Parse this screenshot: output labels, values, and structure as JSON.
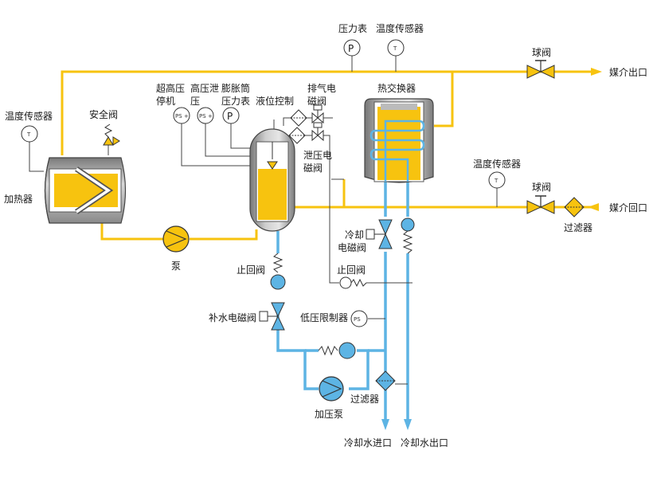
{
  "labels": {
    "heater": "加热器",
    "safety_valve": "安全阀",
    "temp_sensor_heater": "温度传感器",
    "pump": "泵",
    "high_pressure_stop_1": "超高压",
    "high_pressure_stop_2": "停机",
    "high_pressure_relief_1": "高压泄",
    "high_pressure_relief_2": "压",
    "expansion_gauge_1": "膨胀筒",
    "expansion_gauge_2": "压力表",
    "level_control": "液位控制",
    "vent_valve_1": "排气电",
    "vent_valve_2": "磁阀",
    "relief_valve_1": "泄压电",
    "relief_valve_2": "磁阀",
    "pressure_gauge_top": "压力表",
    "temp_sensor_top": "温度传感器",
    "heat_exchanger": "热交换器",
    "ball_valve_out": "球阀",
    "medium_outlet": "媒介出口",
    "temp_sensor_return": "温度传感器",
    "ball_valve_in": "球阀",
    "medium_return": "媒介回口",
    "filter_right": "过滤器",
    "cooling_valve_1": "冷却",
    "cooling_valve_2": "电磁阀",
    "check_valve_mid": "止回阀",
    "check_valve_left": "止回阀",
    "makeup_valve": "补水电磁阀",
    "low_pressure_limiter": "低压限制器",
    "filter_bottom": "过滤器",
    "booster_pump": "加压泵",
    "cooling_inlet": "冷却水进口",
    "cooling_outlet": "冷却水出口"
  },
  "icon_text": {
    "ps": "PS",
    "plus": "+",
    "p": "P",
    "t": "T",
    "ps_minus": "PS"
  },
  "colors": {
    "hot_medium": "#f7c30f",
    "cooling_water": "#5db4e4",
    "control_line": "#444444",
    "vessel_grey": "#9a9a9a"
  }
}
